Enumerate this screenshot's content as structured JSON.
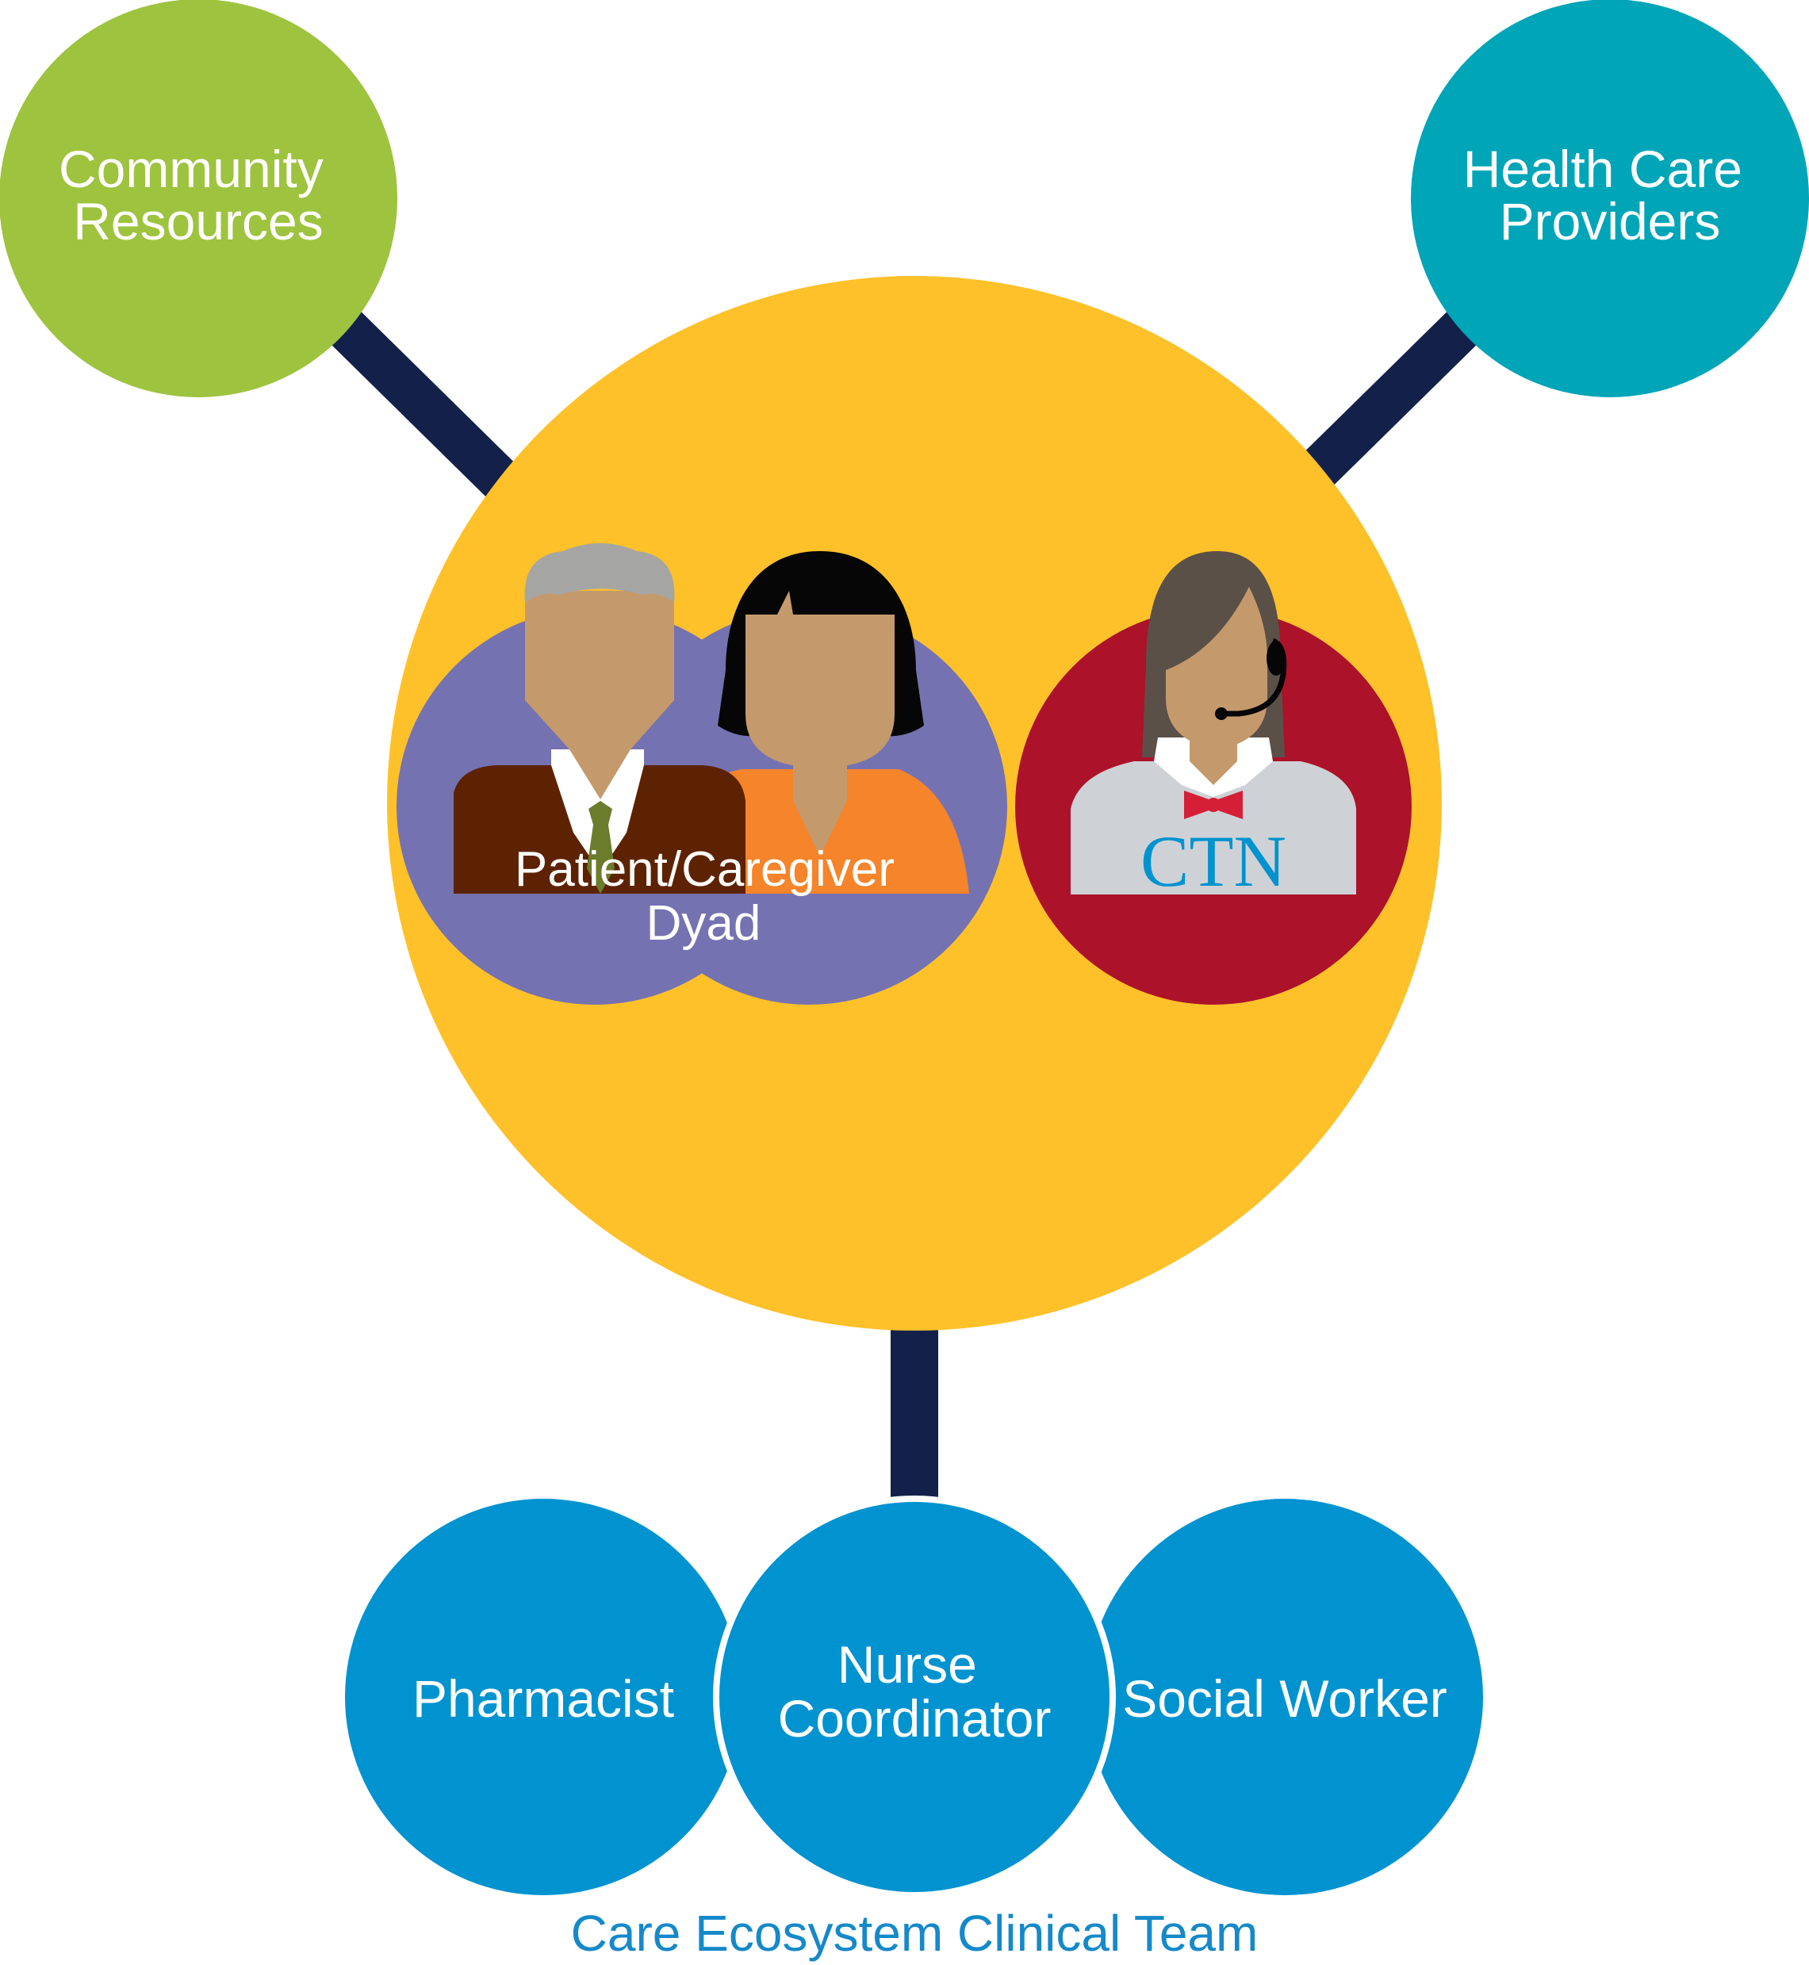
{
  "colors": {
    "connector": "#13214a",
    "hub": "#fec12a",
    "community": "#9ec33f",
    "providers": "#00a5b7",
    "dyad": "#7572b1",
    "ctn_circle": "#ac1229",
    "team": "#0093d0",
    "team_title": "#1589c9",
    "skin": "#c49a6c",
    "gray_hair": "#a5a6a4",
    "black_hair": "#060606",
    "brown_hair": "#5b5048",
    "jacket": "#5d2201",
    "orange_top": "#f5842a",
    "tie": "#6b7d2c",
    "ctn_shirt": "#ced2d6",
    "bow_tie": "#d41f37"
  },
  "nodes": {
    "community": [
      "Community",
      "Resources"
    ],
    "providers": [
      "Health Care",
      "Providers"
    ],
    "dyad": [
      "Patient/Caregiver",
      "Dyad"
    ],
    "ctn_badge": "CTN"
  },
  "team": {
    "members": {
      "pharmacist": [
        "Pharmacist"
      ],
      "nurse": [
        "Nurse",
        "Coordinator"
      ],
      "social": [
        "Social Worker"
      ]
    },
    "title": "Care Ecosystem Clinical Team"
  }
}
